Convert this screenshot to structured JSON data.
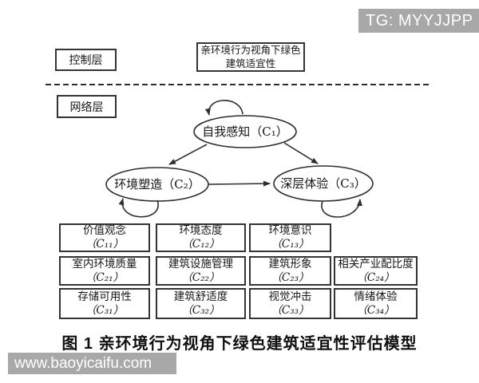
{
  "overlays": {
    "tg_watermark": "TG: MYYJJPP",
    "site_watermark": "www.baoyicaifu.com"
  },
  "figure": {
    "caption": "图 1  亲环境行为视角下绿色建筑适宜性评估模型",
    "control_layer_label": "控制层",
    "network_layer_label": "网络层",
    "goal": {
      "line1": "亲环境行为视角下绿色",
      "line2": "建筑适宜性"
    },
    "nodes": {
      "c1": "自我感知（C₁）",
      "c2": "环境塑造（C₂）",
      "c3": "深层体验（C₃）"
    },
    "criteria": {
      "r1": [
        {
          "name": "价值观念",
          "code": "（C₁₁）"
        },
        {
          "name": "环境态度",
          "code": "（C₁₂）"
        },
        {
          "name": "环境意识",
          "code": "（C₁₃）"
        }
      ],
      "r2": [
        {
          "name": "室内环境质量",
          "code": "（C₂₁）"
        },
        {
          "name": "建筑设施管理",
          "code": "（C₂₂）"
        },
        {
          "name": "建筑形象",
          "code": "（C₂₃）"
        },
        {
          "name": "相关产业配比度",
          "code": "（C₂₄）"
        }
      ],
      "r3": [
        {
          "name": "存储可用性",
          "code": "（C₃₁）"
        },
        {
          "name": "建筑舒适度",
          "code": "（C₃₂）"
        },
        {
          "name": "视觉冲击",
          "code": "（C₃₃）"
        },
        {
          "name": "情绪体验",
          "code": "（C₃₄）"
        }
      ]
    }
  }
}
